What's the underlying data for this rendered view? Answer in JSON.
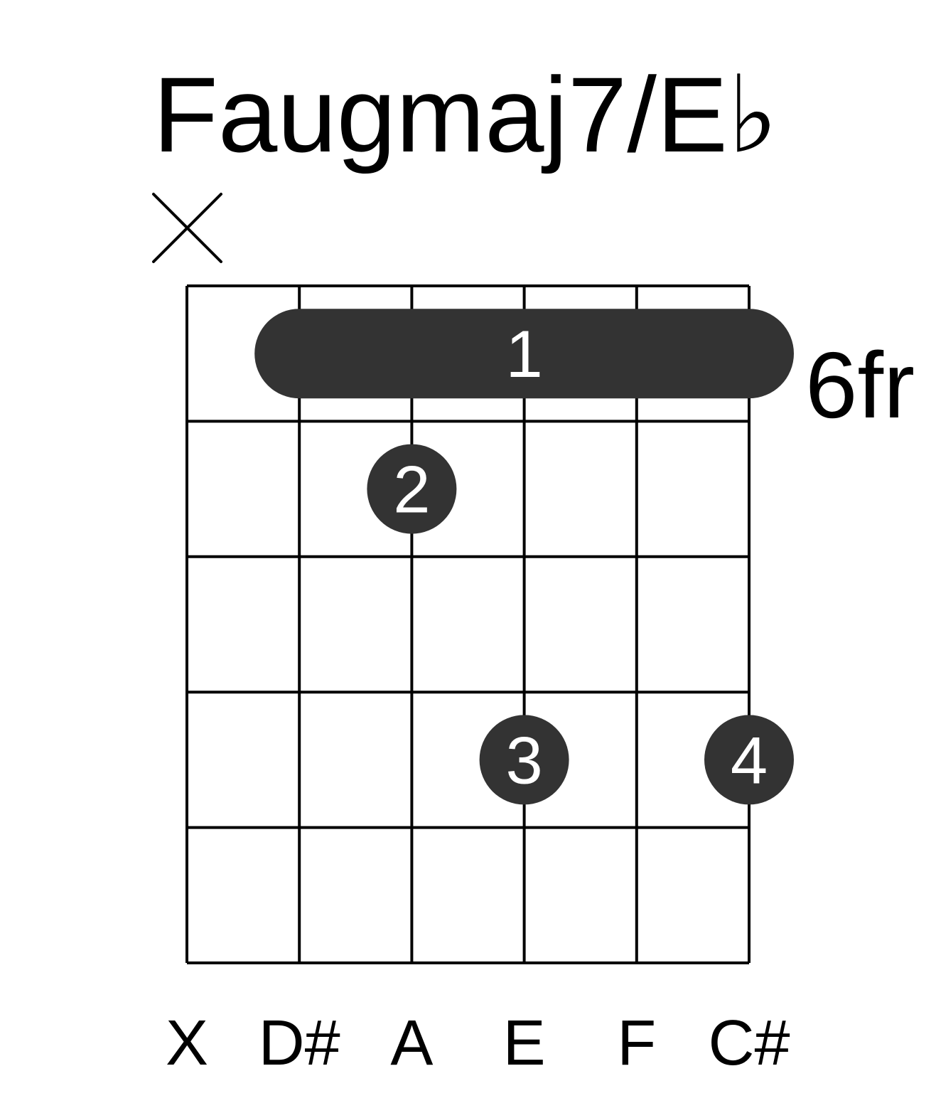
{
  "chord": {
    "name": "Faugmaj7/E♭",
    "position_label": "6fr"
  },
  "strings": {
    "count": 6,
    "markers": [
      "X",
      "",
      "",
      "",
      "",
      ""
    ],
    "notes": [
      "X",
      "D#",
      "A",
      "E",
      "F",
      "C#"
    ]
  },
  "frets_shown": 5,
  "barre": {
    "fret": 1,
    "from_string": 2,
    "to_string": 6,
    "finger": "1"
  },
  "fingers": [
    {
      "string": 3,
      "fret": 2,
      "finger": "2"
    },
    {
      "string": 4,
      "fret": 4,
      "finger": "3"
    },
    {
      "string": 6,
      "fret": 4,
      "finger": "4"
    }
  ],
  "colors": {
    "dot": "#333333",
    "grid": "#000000",
    "finger_text": "#ffffff"
  }
}
